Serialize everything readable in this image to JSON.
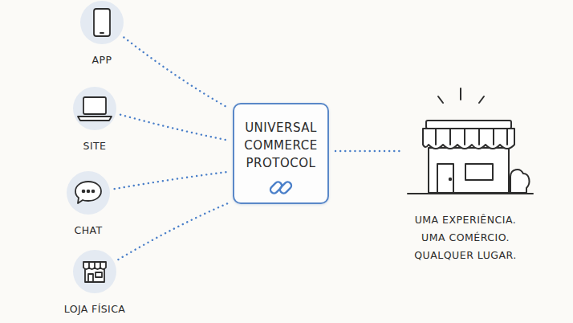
{
  "diagram": {
    "nodes": [
      {
        "text": [
          "APP"
        ]
      },
      {
        "text": [
          "SITE"
        ]
      },
      {
        "text": [
          "CHAT"
        ]
      },
      {
        "text": [
          "LOJA FÍSICA"
        ]
      },
      {
        "text": [
          "UNIVERSAL COMMERCE PROTOCOL"
        ]
      },
      {
        "text": [
          "UMA EXPERIÊNCIA. UMA COMÉRCIO. QUALQUER LUGAR."
        ]
      }
    ],
    "edges": [
      {
        "from": 0,
        "to": 4,
        "arrow": "none"
      },
      {
        "from": 1,
        "to": 4,
        "arrow": "none"
      },
      {
        "from": 2,
        "to": 4,
        "arrow": "none"
      },
      {
        "from": 3,
        "to": 4,
        "arrow": "none"
      },
      {
        "from": 4,
        "to": 5,
        "arrow": "none"
      }
    ]
  }
}
